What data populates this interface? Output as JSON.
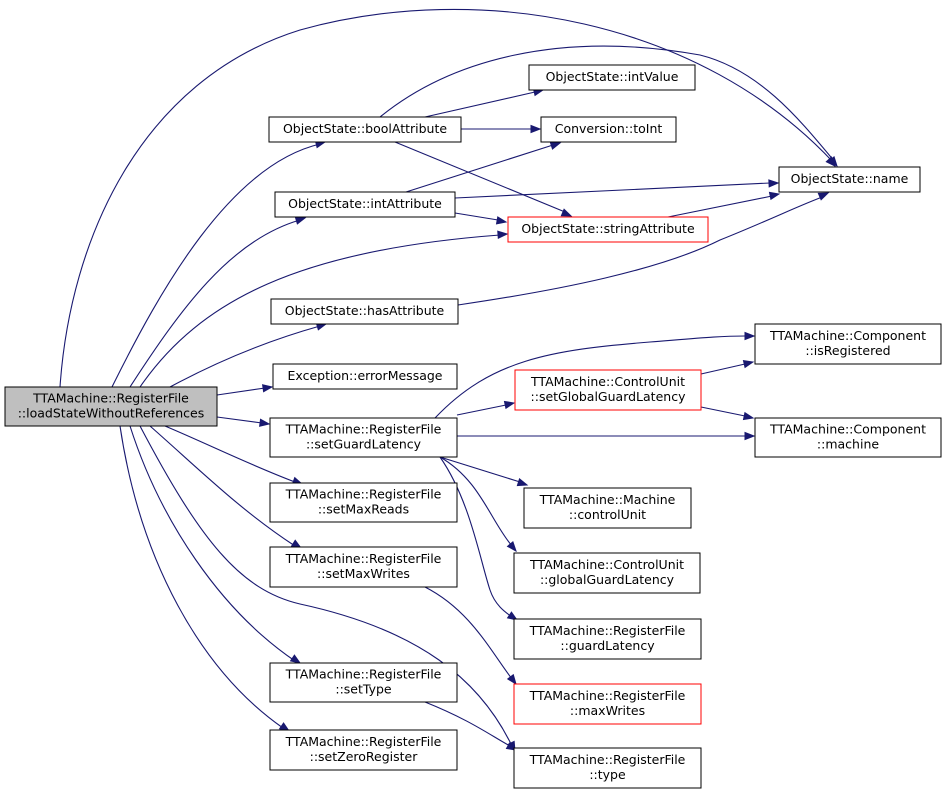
{
  "colors": {
    "edge": "#191970",
    "node_border": "#000000",
    "node_border_red": "#ff0000",
    "node_fill": "#ffffff",
    "root_fill": "#bfbfbf"
  },
  "nodes": [
    {
      "id": "root",
      "lines": [
        "TTAMachine::RegisterFile",
        "::loadStateWithoutReferences"
      ],
      "style": "root"
    },
    {
      "id": "boolAttribute",
      "lines": [
        "ObjectState::boolAttribute"
      ],
      "style": "normal"
    },
    {
      "id": "intValue",
      "lines": [
        "ObjectState::intValue"
      ],
      "style": "normal"
    },
    {
      "id": "toInt",
      "lines": [
        "Conversion::toInt"
      ],
      "style": "normal"
    },
    {
      "id": "name",
      "lines": [
        "ObjectState::name"
      ],
      "style": "normal"
    },
    {
      "id": "intAttribute",
      "lines": [
        "ObjectState::intAttribute"
      ],
      "style": "normal"
    },
    {
      "id": "stringAttribute",
      "lines": [
        "ObjectState::stringAttribute"
      ],
      "style": "red"
    },
    {
      "id": "hasAttribute",
      "lines": [
        "ObjectState::hasAttribute"
      ],
      "style": "normal"
    },
    {
      "id": "errorMessage",
      "lines": [
        "Exception::errorMessage"
      ],
      "style": "normal"
    },
    {
      "id": "setGuardLatency",
      "lines": [
        "TTAMachine::RegisterFile",
        "::setGuardLatency"
      ],
      "style": "normal"
    },
    {
      "id": "setGlobalGuardLatency",
      "lines": [
        "TTAMachine::ControlUnit",
        "::setGlobalGuardLatency"
      ],
      "style": "red"
    },
    {
      "id": "isRegistered",
      "lines": [
        "TTAMachine::Component",
        "::isRegistered"
      ],
      "style": "normal"
    },
    {
      "id": "machine",
      "lines": [
        "TTAMachine::Component",
        "::machine"
      ],
      "style": "normal"
    },
    {
      "id": "controlUnit",
      "lines": [
        "TTAMachine::Machine",
        "::controlUnit"
      ],
      "style": "normal"
    },
    {
      "id": "globalGuardLatency",
      "lines": [
        "TTAMachine::ControlUnit",
        "::globalGuardLatency"
      ],
      "style": "normal"
    },
    {
      "id": "guardLatency",
      "lines": [
        "TTAMachine::RegisterFile",
        "::guardLatency"
      ],
      "style": "normal"
    },
    {
      "id": "maxWrites",
      "lines": [
        "TTAMachine::RegisterFile",
        "::maxWrites"
      ],
      "style": "red"
    },
    {
      "id": "type",
      "lines": [
        "TTAMachine::RegisterFile",
        "::type"
      ],
      "style": "normal"
    },
    {
      "id": "setMaxReads",
      "lines": [
        "TTAMachine::RegisterFile",
        "::setMaxReads"
      ],
      "style": "normal"
    },
    {
      "id": "setMaxWrites",
      "lines": [
        "TTAMachine::RegisterFile",
        "::setMaxWrites"
      ],
      "style": "normal"
    },
    {
      "id": "setType",
      "lines": [
        "TTAMachine::RegisterFile",
        "::setType"
      ],
      "style": "normal"
    },
    {
      "id": "setZeroRegister",
      "lines": [
        "TTAMachine::RegisterFile",
        "::setZeroRegister"
      ],
      "style": "normal"
    }
  ],
  "edges": [
    {
      "from": "root",
      "to": "boolAttribute"
    },
    {
      "from": "root",
      "to": "name"
    },
    {
      "from": "root",
      "to": "intAttribute"
    },
    {
      "from": "root",
      "to": "stringAttribute"
    },
    {
      "from": "root",
      "to": "hasAttribute"
    },
    {
      "from": "root",
      "to": "errorMessage"
    },
    {
      "from": "root",
      "to": "setGuardLatency"
    },
    {
      "from": "root",
      "to": "setMaxReads"
    },
    {
      "from": "root",
      "to": "setMaxWrites"
    },
    {
      "from": "root",
      "to": "setType"
    },
    {
      "from": "root",
      "to": "setZeroRegister"
    },
    {
      "from": "root",
      "to": "type"
    },
    {
      "from": "boolAttribute",
      "to": "intValue"
    },
    {
      "from": "boolAttribute",
      "to": "toInt"
    },
    {
      "from": "boolAttribute",
      "to": "name"
    },
    {
      "from": "boolAttribute",
      "to": "stringAttribute"
    },
    {
      "from": "intAttribute",
      "to": "toInt"
    },
    {
      "from": "intAttribute",
      "to": "name"
    },
    {
      "from": "intAttribute",
      "to": "stringAttribute"
    },
    {
      "from": "stringAttribute",
      "to": "name"
    },
    {
      "from": "hasAttribute",
      "to": "name"
    },
    {
      "from": "setGuardLatency",
      "to": "isRegistered"
    },
    {
      "from": "setGuardLatency",
      "to": "setGlobalGuardLatency"
    },
    {
      "from": "setGuardLatency",
      "to": "machine"
    },
    {
      "from": "setGuardLatency",
      "to": "controlUnit"
    },
    {
      "from": "setGuardLatency",
      "to": "globalGuardLatency"
    },
    {
      "from": "setGuardLatency",
      "to": "guardLatency"
    },
    {
      "from": "setGlobalGuardLatency",
      "to": "isRegistered"
    },
    {
      "from": "setGlobalGuardLatency",
      "to": "machine"
    },
    {
      "from": "setMaxWrites",
      "to": "maxWrites"
    },
    {
      "from": "setType",
      "to": "type"
    }
  ]
}
